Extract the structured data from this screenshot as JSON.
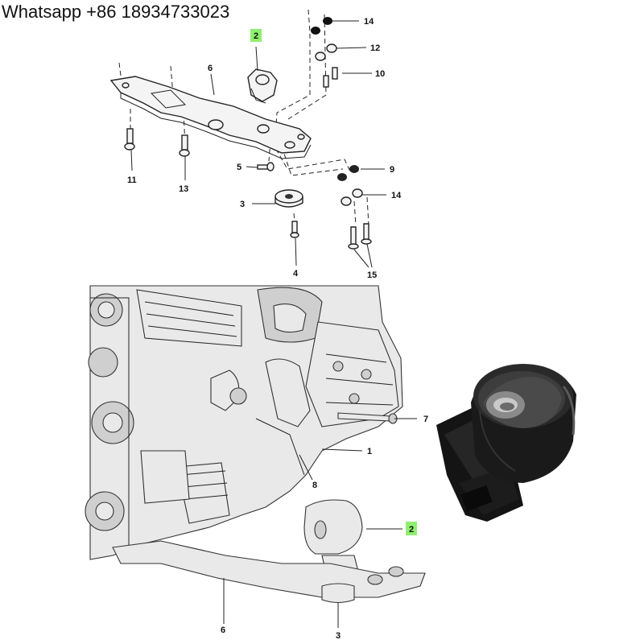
{
  "header": {
    "contact_text": "Whatsapp +86 18934733023"
  },
  "top_diagram": {
    "callouts": {
      "c2": "2",
      "c14a": "14",
      "c12": "12",
      "c10": "10",
      "c6": "6",
      "c9": "9",
      "c14b": "14",
      "c5": "5",
      "c3": "3",
      "c11": "11",
      "c13": "13",
      "c4": "4",
      "c15": "15"
    }
  },
  "bottom_diagram": {
    "callouts": {
      "c7": "7",
      "c1": "1",
      "c8": "8",
      "c2": "2",
      "c6": "6",
      "c3": "3"
    }
  },
  "highlight_color": "#8fef6e",
  "product_photo": {
    "subject": "engine mount",
    "color": "#1a1a1a"
  }
}
